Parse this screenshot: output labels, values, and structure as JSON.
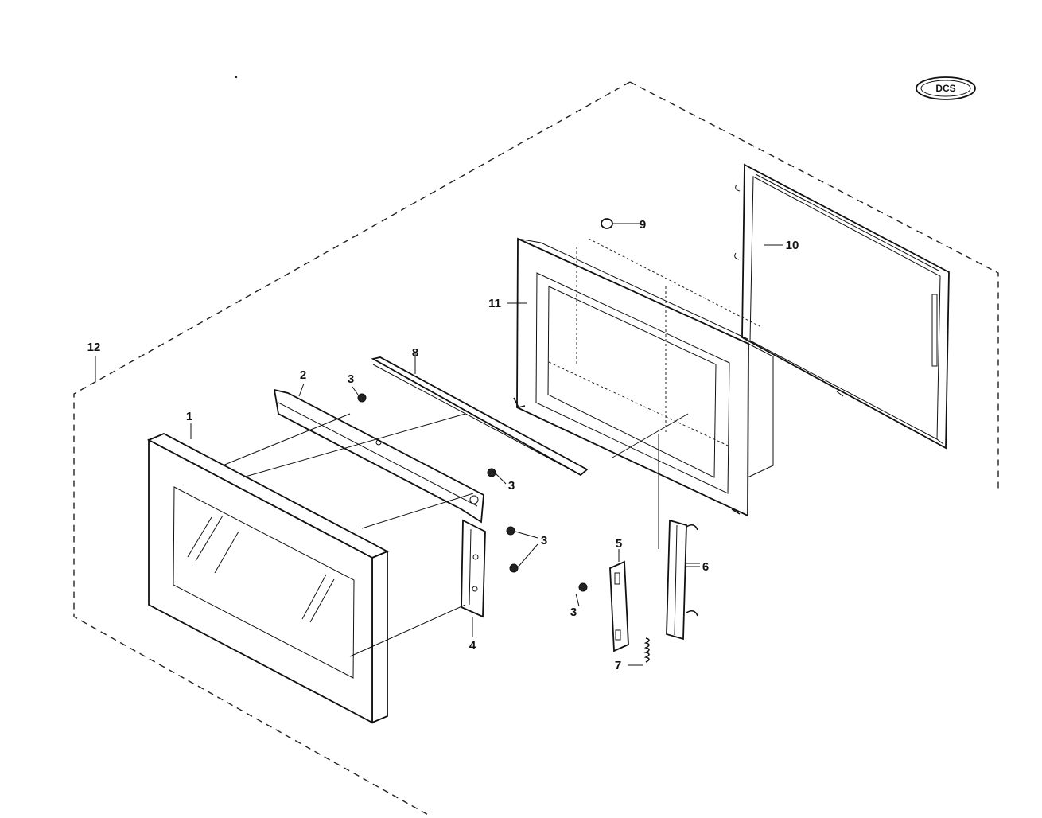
{
  "logo": {
    "text": "DCS"
  },
  "callouts": {
    "p1": "1",
    "p2": "2",
    "p3a": "3",
    "p3b": "3",
    "p3c": "3",
    "p3d": "3",
    "p4": "4",
    "p5": "5",
    "p6": "6",
    "p7": "7",
    "p8": "8",
    "p9": "9",
    "p10": "10",
    "p11": "11",
    "p12": "12"
  }
}
